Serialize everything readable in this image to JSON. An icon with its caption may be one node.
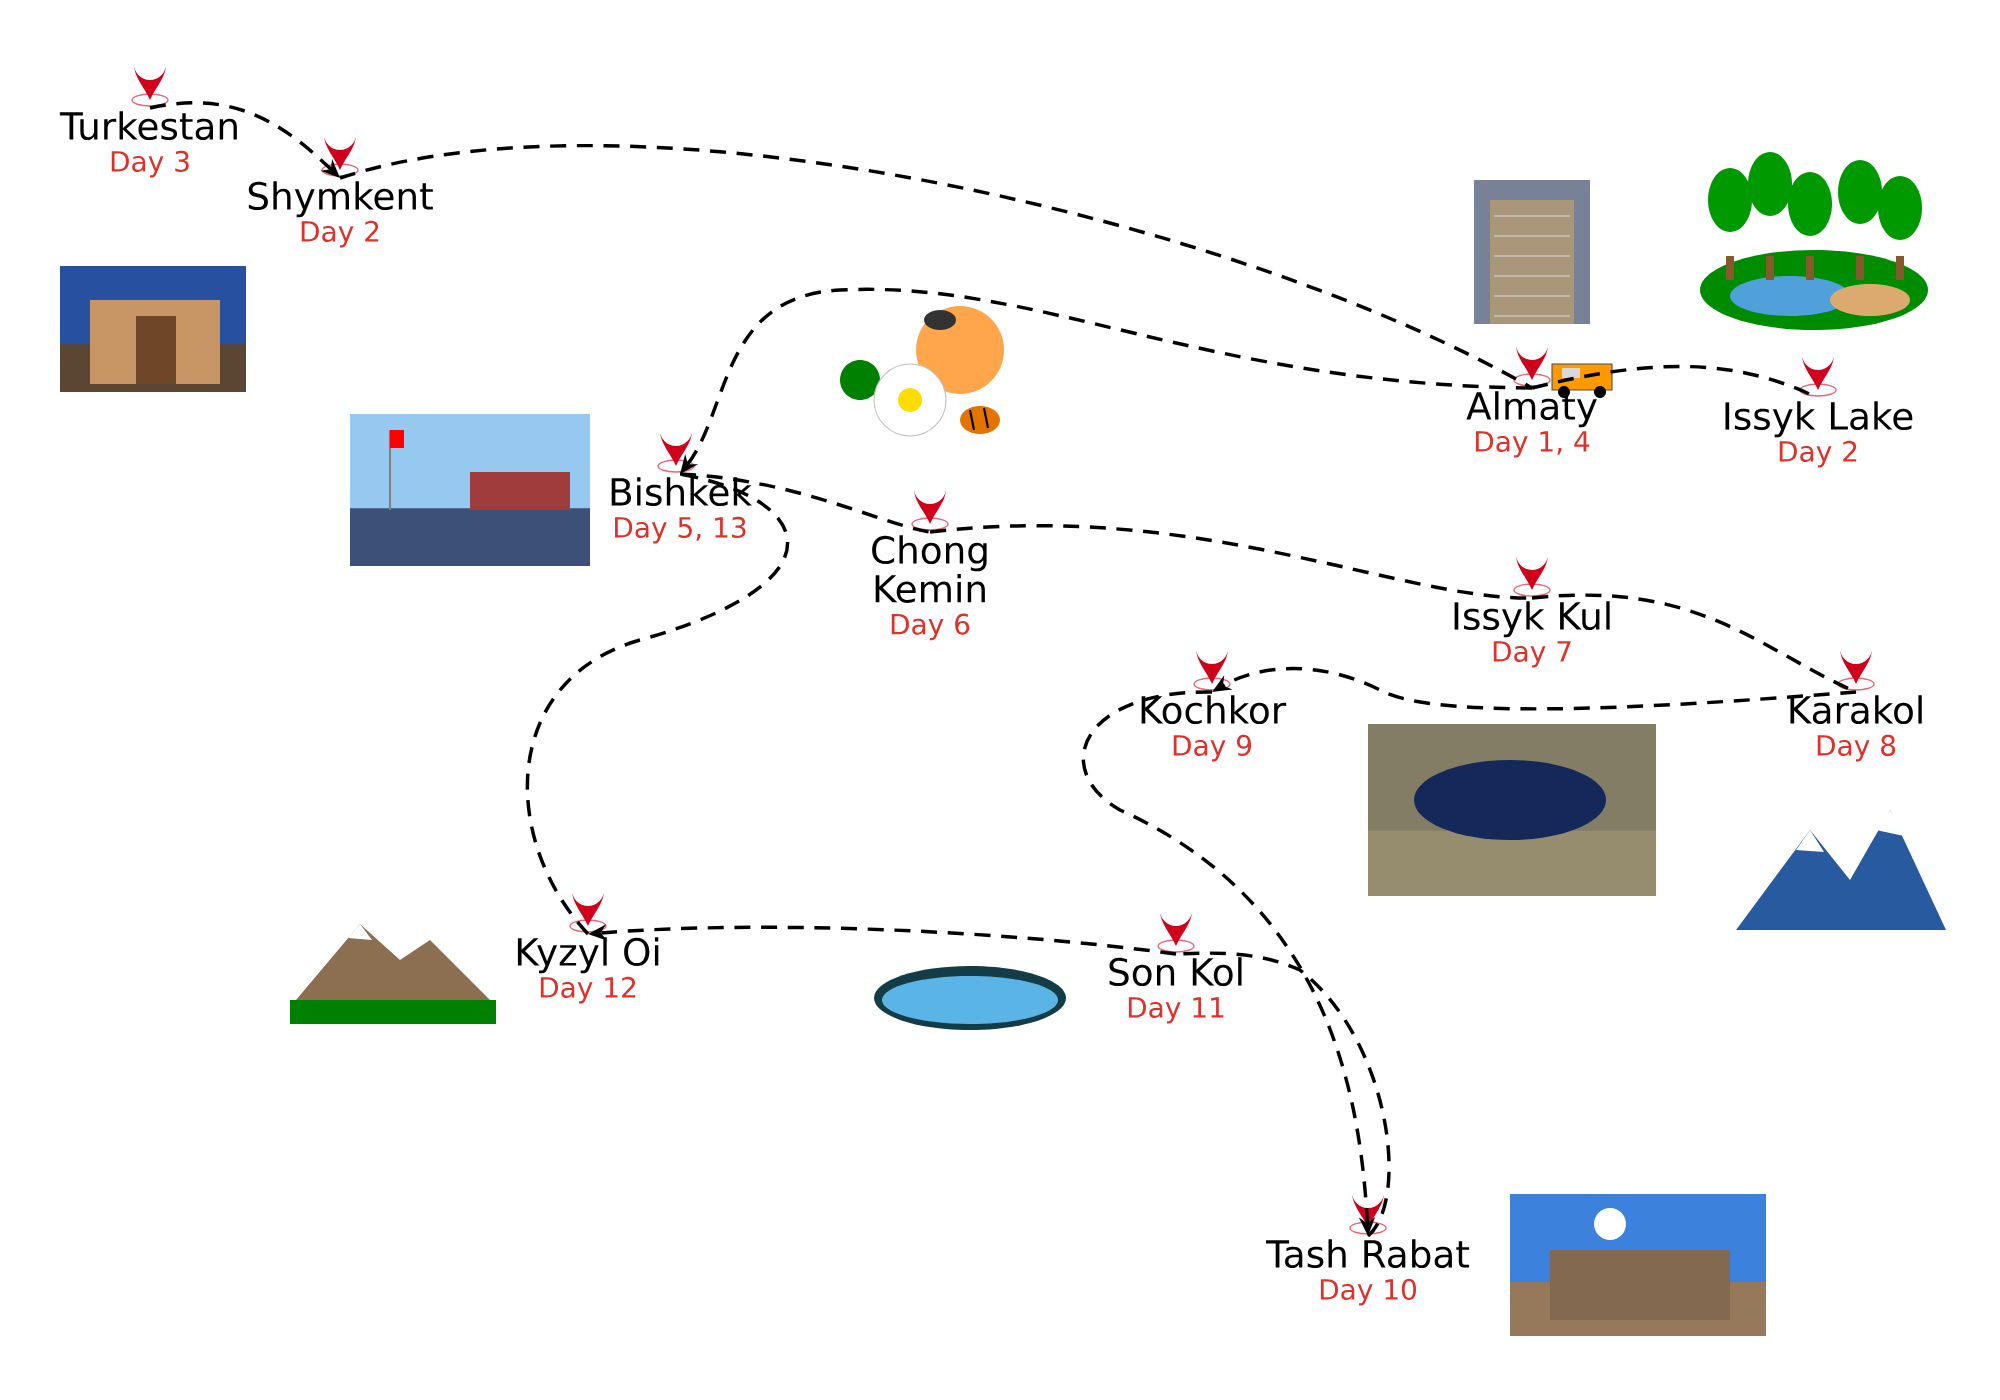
{
  "diagram": {
    "nodes": [
      {
        "text": [
          "Turkestan",
          "Day 3"
        ]
      },
      {
        "text": [
          "Shymkent",
          "Day 2"
        ]
      },
      {
        "text": [
          "Almaty",
          "Day 1, 4"
        ]
      },
      {
        "text": [
          "Issyk Lake",
          "Day 2"
        ]
      },
      {
        "text": [
          "Bishkek",
          "Day 5, 13"
        ]
      },
      {
        "text": [
          "Chong Kemin",
          "Day 6"
        ]
      },
      {
        "text": [
          "Issyk Kul",
          "Day 7"
        ]
      },
      {
        "text": [
          "Kochkor",
          "Day 9"
        ]
      },
      {
        "text": [
          "Karakol",
          "Day 8"
        ]
      },
      {
        "text": [
          "Kyzyl Oi",
          "Day 12"
        ]
      },
      {
        "text": [
          "Son Kol",
          "Day 11"
        ]
      },
      {
        "text": [
          "Tash Rabat",
          "Day 10"
        ]
      }
    ],
    "edges": [
      {
        "from": 0,
        "to": 1,
        "arrow": "to",
        "style": "dashed"
      },
      {
        "from": 1,
        "to": 2,
        "arrow": "none",
        "style": "dashed"
      },
      {
        "from": 2,
        "to": 3,
        "arrow": "none",
        "style": "dashed"
      },
      {
        "from": 2,
        "to": 4,
        "arrow": "to",
        "style": "dashed"
      },
      {
        "from": 4,
        "to": 5,
        "arrow": "none",
        "style": "dashed"
      },
      {
        "from": 5,
        "to": 6,
        "arrow": "none",
        "style": "dashed"
      },
      {
        "from": 6,
        "to": 8,
        "arrow": "none",
        "style": "dashed"
      },
      {
        "from": 8,
        "to": 7,
        "arrow": "to",
        "style": "dashed"
      },
      {
        "from": 7,
        "to": 11,
        "arrow": "to",
        "style": "dashed"
      },
      {
        "from": 11,
        "to": 10,
        "arrow": "none",
        "style": "dashed"
      },
      {
        "from": 10,
        "to": 9,
        "arrow": "to",
        "style": "dashed"
      },
      {
        "from": 9,
        "to": 4,
        "arrow": "none",
        "style": "dashed"
      }
    ]
  }
}
